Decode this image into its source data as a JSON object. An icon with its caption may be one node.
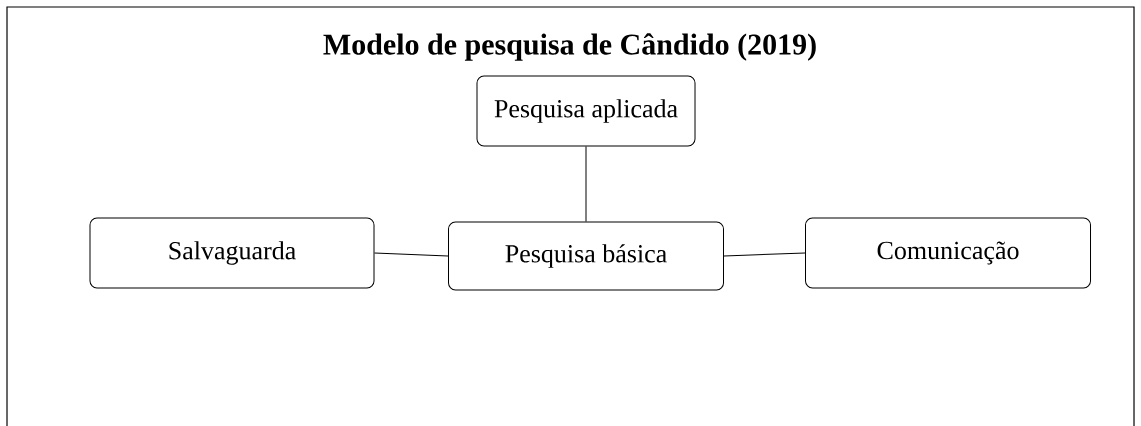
{
  "diagram": {
    "title": "Modelo de pesquisa de Cândido (2019)",
    "nodes": [
      {
        "text": [
          "Pesquisa aplicada"
        ]
      },
      {
        "text": [
          "Salvaguarda"
        ]
      },
      {
        "text": [
          "Pesquisa básica"
        ]
      },
      {
        "text": [
          "Comunicação"
        ]
      }
    ],
    "edges": [
      {
        "from": 0,
        "to": 2,
        "arrow": "none"
      },
      {
        "from": 1,
        "to": 2,
        "arrow": "none"
      },
      {
        "from": 2,
        "to": 3,
        "arrow": "none"
      }
    ]
  }
}
